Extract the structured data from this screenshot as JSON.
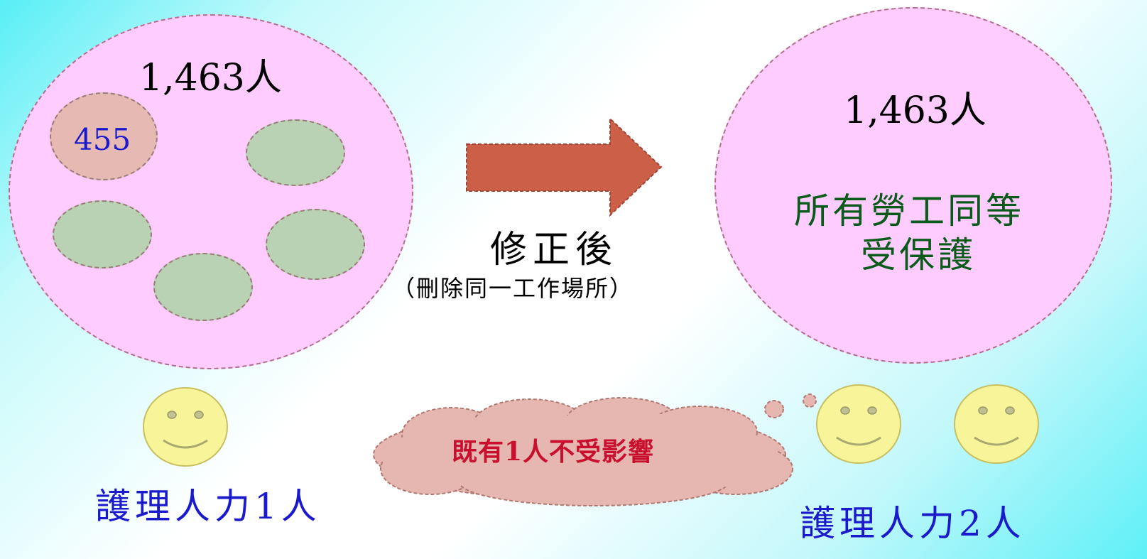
{
  "colors": {
    "big_ellipse_fill": "#ffccff",
    "highlight_group_fill": "#e6b9b2",
    "group_fill": "#b9d2b4",
    "arrow_fill": "#cc5f48",
    "cloud_fill": "#e6b6b0",
    "smiley_fill": "#f8f49a",
    "dark_text": "#000000",
    "blue_text": "#1a1acc",
    "green_text": "#0a5a1a",
    "red_text": "#c8102e"
  },
  "left_group": {
    "total": "1,463人",
    "subgroup_count": "455",
    "nurse_label": "護理人力1人"
  },
  "transition": {
    "title": "修正後",
    "note": "（刪除同一工作場所）"
  },
  "right_group": {
    "total": "1,463人",
    "description_line1": "所有勞工同等",
    "description_line2": "受保護",
    "nurse_label": "護理人力2人"
  },
  "cloud_text": "既有1人不受影響",
  "icons": {
    "left_person": "smiley-face-icon",
    "right_person_1": "smiley-face-icon",
    "right_person_2": "smiley-face-icon",
    "arrow": "right-arrow-icon"
  }
}
